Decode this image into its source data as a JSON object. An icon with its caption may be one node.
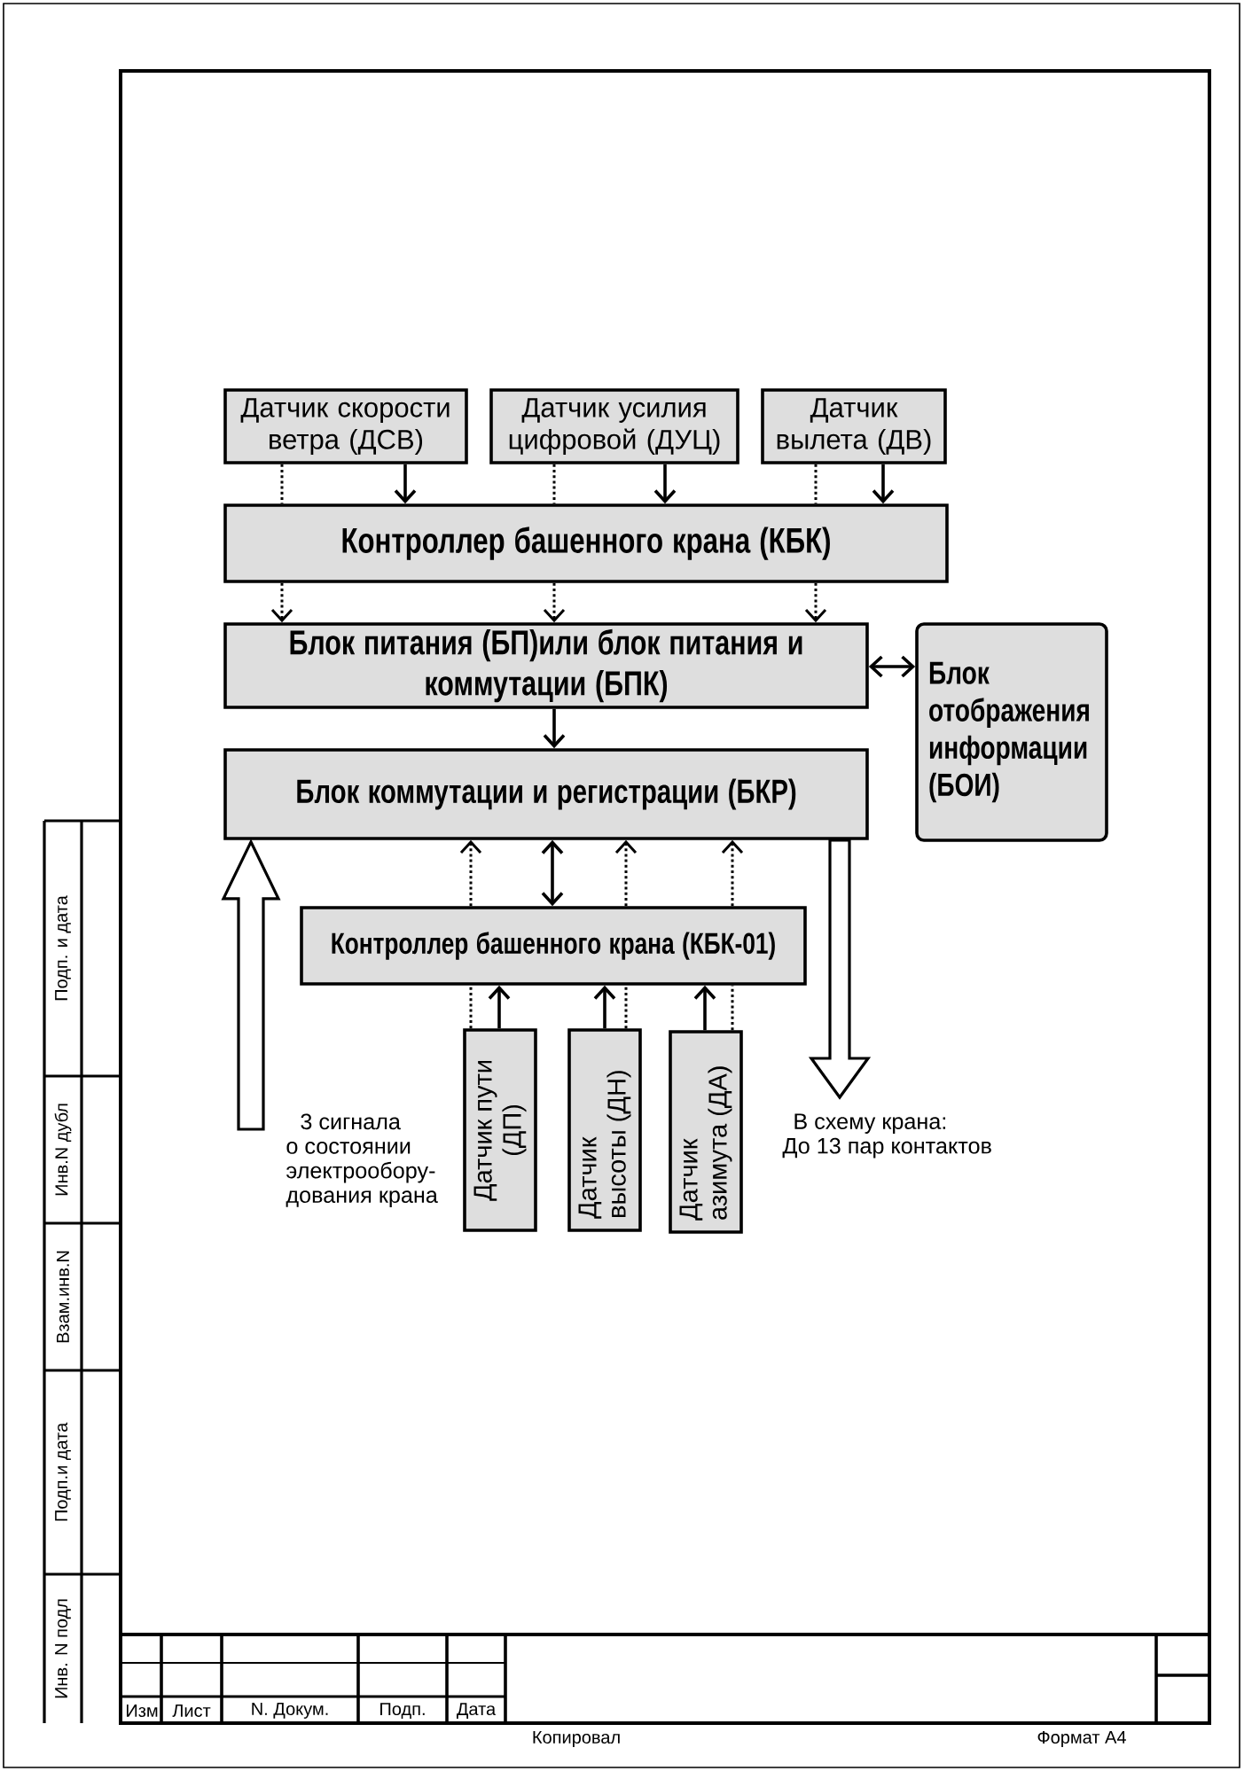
{
  "diagram": {
    "nodes": [
      {
        "text": [
          "Датчик скорости ветра (ДСВ)"
        ]
      },
      {
        "text": [
          "Датчик усилия цифровой (ДУЦ)"
        ]
      },
      {
        "text": [
          "Датчик вылета (ДВ)"
        ]
      },
      {
        "text": [
          "Контроллер башенного крана (КБК)"
        ]
      },
      {
        "text": [
          "Блок питания (БП)или блок питания и коммутации (БПК)"
        ]
      },
      {
        "text": [
          "Блок отображения информации (БОИ)"
        ]
      },
      {
        "text": [
          "Блок коммутации и регистрации (БКР)"
        ]
      },
      {
        "text": [
          "Контроллер башенного крана (КБК-01)"
        ]
      },
      {
        "text": [
          "Датчик пути (ДП)"
        ]
      },
      {
        "text": [
          "Датчик высоты (ДН)"
        ]
      },
      {
        "text": [
          "Датчик азимута (ДА)"
        ]
      },
      {
        "text": [
          "3 сигнала о состоянии электрообору- дования крана"
        ]
      },
      {
        "text": [
          "В схему крана: До 13 пар контактов"
        ]
      }
    ],
    "edges": [
      {
        "from": 0,
        "to": 3,
        "arrow": "none",
        "style": "dashed"
      },
      {
        "from": 0,
        "to": 3,
        "arrow": "to"
      },
      {
        "from": 1,
        "to": 3,
        "arrow": "none",
        "style": "dashed"
      },
      {
        "from": 1,
        "to": 3,
        "arrow": "to"
      },
      {
        "from": 2,
        "to": 3,
        "arrow": "none",
        "style": "dashed"
      },
      {
        "from": 2,
        "to": 3,
        "arrow": "to"
      },
      {
        "from": 3,
        "to": 4,
        "arrow": "to",
        "style": "dashed"
      },
      {
        "from": 3,
        "to": 4,
        "arrow": "to",
        "style": "dashed"
      },
      {
        "from": 3,
        "to": 4,
        "arrow": "to",
        "style": "dashed"
      },
      {
        "from": 4,
        "to": 5,
        "arrow": "both"
      },
      {
        "from": 4,
        "to": 6,
        "arrow": "to"
      },
      {
        "from": 11,
        "to": 6,
        "arrow": "to",
        "style": "thick"
      },
      {
        "from": 7,
        "to": 6,
        "arrow": "to",
        "style": "dashed"
      },
      {
        "from": 7,
        "to": 6,
        "arrow": "both"
      },
      {
        "from": 7,
        "to": 6,
        "arrow": "to",
        "style": "dashed"
      },
      {
        "from": 7,
        "to": 6,
        "arrow": "to",
        "style": "dashed"
      },
      {
        "from": 6,
        "to": 12,
        "arrow": "to",
        "style": "thick"
      },
      {
        "from": 8,
        "to": 7,
        "arrow": "none",
        "style": "dashed"
      },
      {
        "from": 8,
        "to": 7,
        "arrow": "to"
      },
      {
        "from": 9,
        "to": 7,
        "arrow": "to"
      },
      {
        "from": 9,
        "to": 7,
        "arrow": "none",
        "style": "dashed"
      },
      {
        "from": 10,
        "to": 7,
        "arrow": "to"
      },
      {
        "from": 10,
        "to": 7,
        "arrow": "none",
        "style": "dashed"
      }
    ],
    "labels": [
      "Подп. и дата",
      "Инв.N дубл",
      "Взам.инв.N",
      "Подп.и дата",
      "Инв. N подл",
      "Изм",
      "Лист",
      "N. Докум.",
      "Подп.",
      "Дата",
      "Копировал",
      "Формат A4"
    ]
  }
}
